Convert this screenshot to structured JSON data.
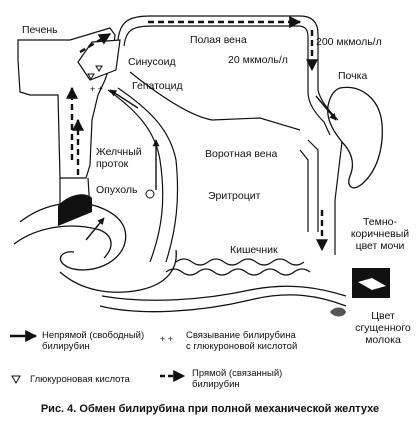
{
  "labels": {
    "liver": "Печень",
    "sinusoid": "Синусоид",
    "hepatocyte": "Гепатоцид",
    "vena_cava": "Полая вена",
    "conc_200": "200 мкмоль/л",
    "conc_20": "20 мкмоль/л",
    "kidney": "Почка",
    "bile_duct": "Желчный\nпроток",
    "portal_vein": "Воротная вена",
    "tumor": "Опухоль",
    "erythrocyte": "Эритроцит",
    "intestine": "Кишечник",
    "dark_urine": "Темно-\nкоричневый\nцвет мочи",
    "stool_color": "Цвет\nсгущенного\nмолока"
  },
  "legend": {
    "indirect": "Непрямой (свободный)\nбилирубин",
    "binding": "Связывание билирубина\nс глюкуроновой кислотой",
    "glucuronic": "Глюкуроновая кислота",
    "direct": "Прямой (связанный)\nбилирубин"
  },
  "caption": "Рис. 4. Обмен билирубина при полной механической желтухе"
}
